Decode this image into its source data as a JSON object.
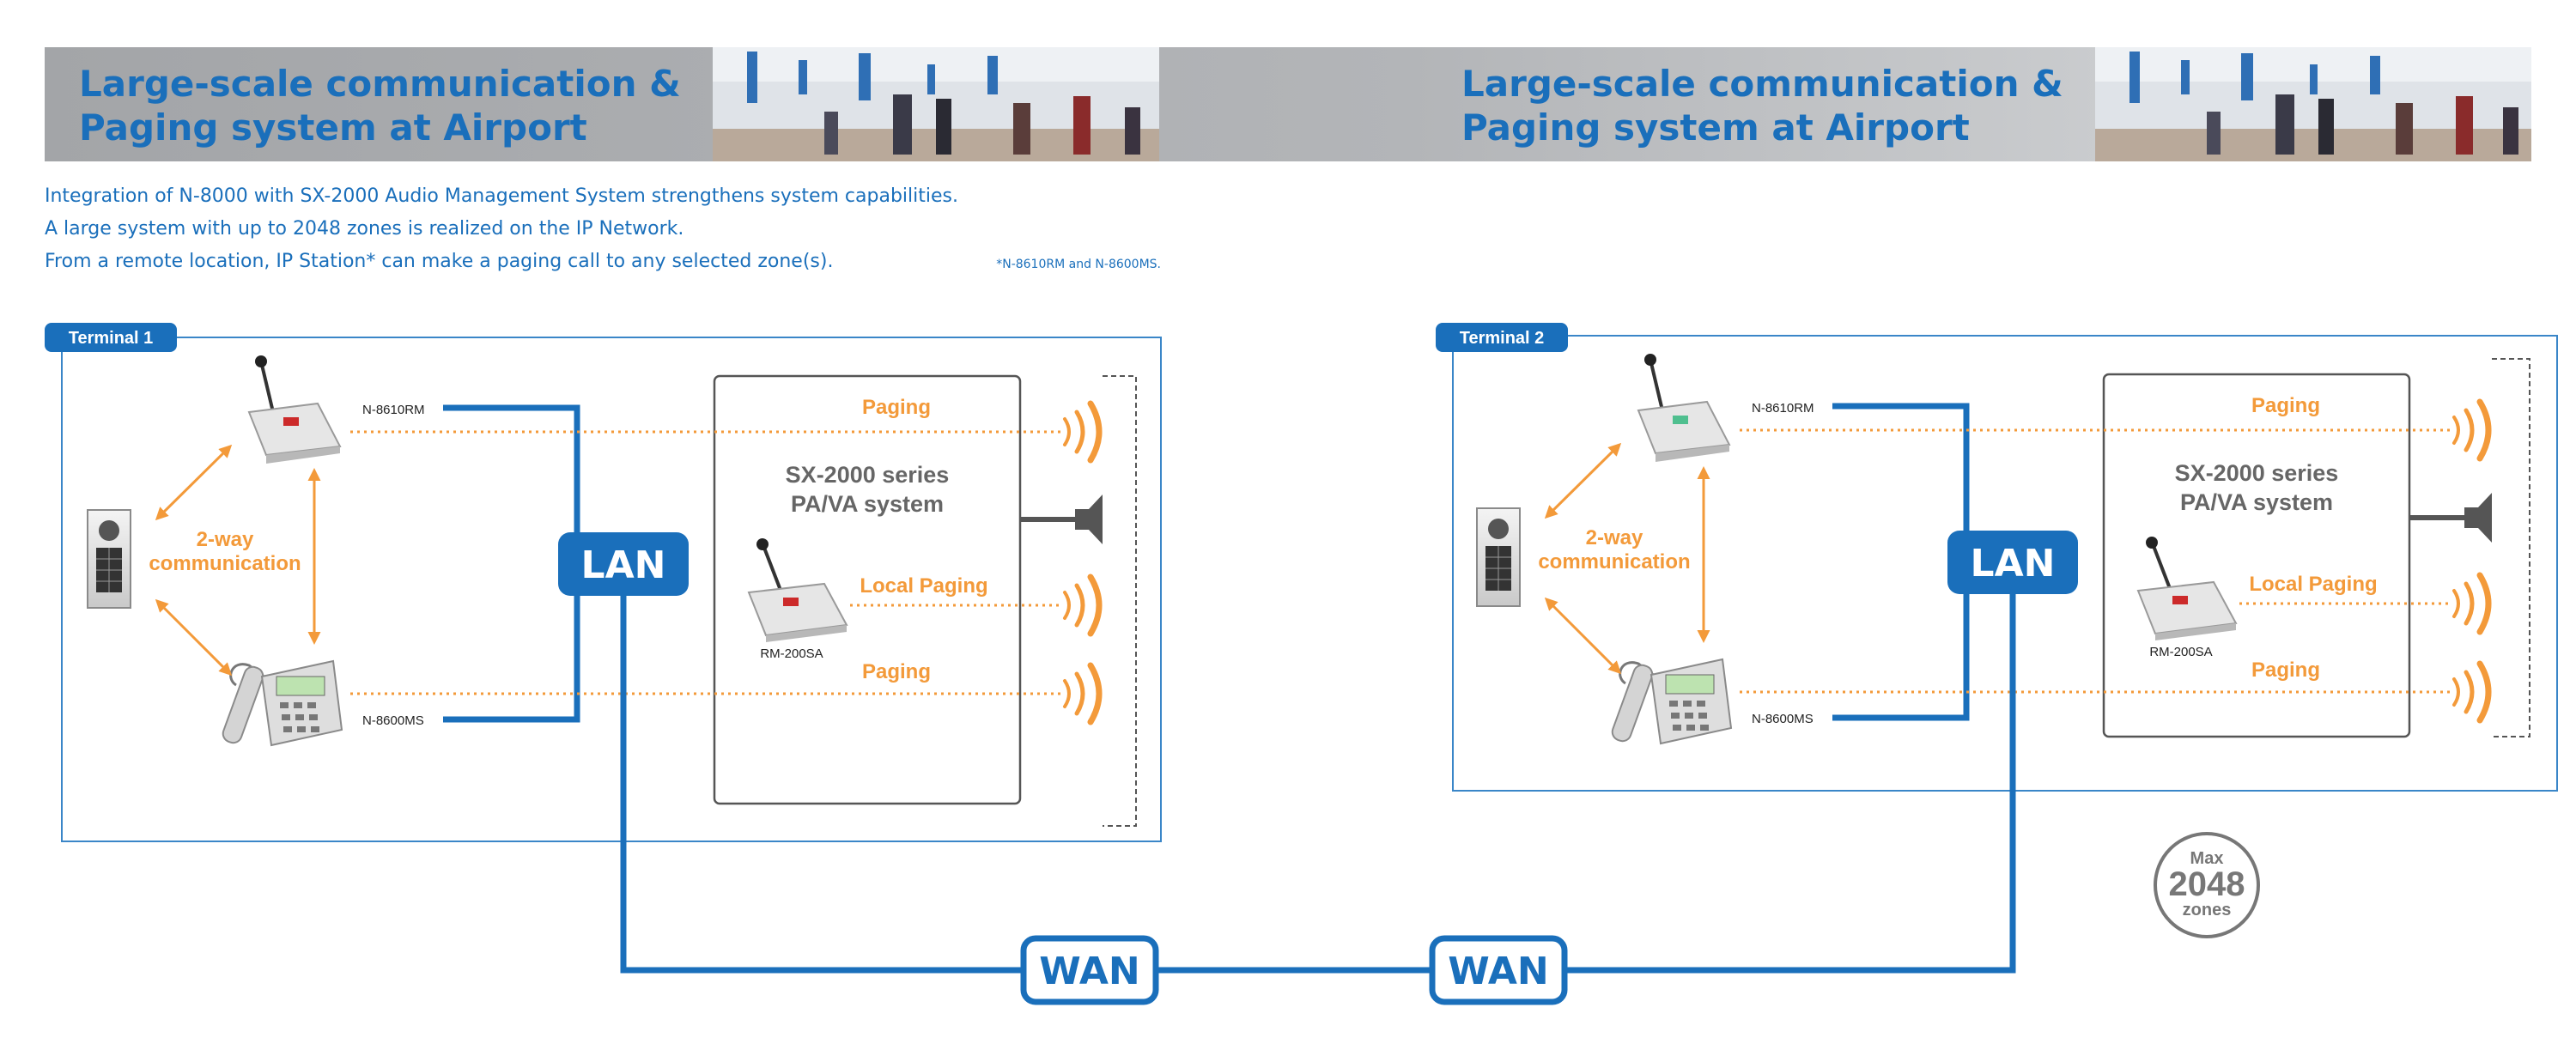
{
  "banner": {
    "title_line1": "Large-scale communication &",
    "title_line2": "Paging system at Airport"
  },
  "intro": {
    "line1": "Integration of N-8000 with SX-2000 Audio Management System strengthens system capabilities.",
    "line2": "A large system with up to 2048 zones is realized on the IP Network.",
    "line3": "From a remote location, IP Station* can make a paging call to any selected zone(s).",
    "footnote": "*N-8610RM and N-8600MS."
  },
  "terminals": [
    {
      "tab": "Terminal 1",
      "device_top": "N-8610RM",
      "device_bottom": "N-8600MS",
      "two_way_line1": "2-way",
      "two_way_line2": "communication",
      "lan": "LAN",
      "sx_line1": "SX-2000 series",
      "sx_line2": "PA/VA system",
      "paging_top": "Paging",
      "local_paging": "Local Paging",
      "paging_bottom": "Paging",
      "console_label": "RM-200SA"
    },
    {
      "tab": "Terminal 2",
      "device_top": "N-8610RM",
      "device_bottom": "N-8600MS",
      "two_way_line1": "2-way",
      "two_way_line2": "communication",
      "lan": "LAN",
      "sx_line1": "SX-2000 series",
      "sx_line2": "PA/VA system",
      "paging_top": "Paging",
      "local_paging": "Local Paging",
      "paging_bottom": "Paging",
      "console_label": "RM-200SA"
    }
  ],
  "wan": {
    "left": "WAN",
    "right": "WAN"
  },
  "capacity": {
    "line1": "Max",
    "line2": "2048",
    "line3": "zones"
  },
  "colors": {
    "blue": "#1a6fbb",
    "orange": "#f39a3a",
    "gray_text": "#666666",
    "banner_gray": "#a9abae"
  }
}
